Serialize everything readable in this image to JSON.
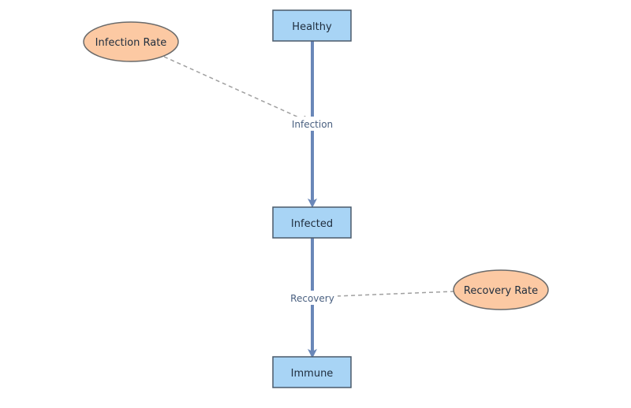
{
  "diagram": {
    "stocks": {
      "healthy": "Healthy",
      "infected": "Infected",
      "immune": "Immune"
    },
    "flows": {
      "infection": "Infection",
      "recovery": "Recovery"
    },
    "parameters": {
      "infection_rate": "Infection Rate",
      "recovery_rate": "Recovery Rate"
    },
    "colors": {
      "stock_fill": "#a8d4f5",
      "stock_stroke": "#4a5a6a",
      "flow_line": "#6a87b8",
      "param_fill": "#fcc9a3",
      "param_stroke": "#6a6a6a",
      "link_line": "#a0a0a0"
    }
  }
}
